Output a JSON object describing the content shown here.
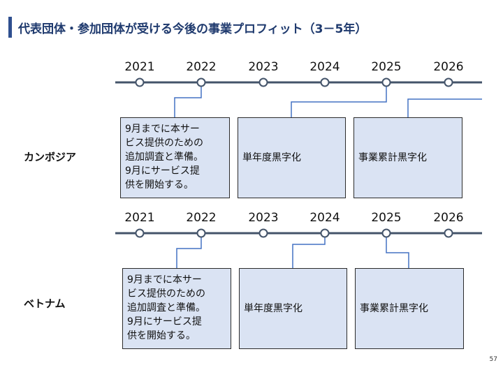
{
  "slide": {
    "title": "代表団体・参加団体が受ける今後の事業プロフィット（3－5年）",
    "page_number": "57"
  },
  "colors": {
    "title": "#1f3a6e",
    "accent_bar": "#2f4f8f",
    "timeline": "#44546a",
    "connector": "#4472c4",
    "box_fill": "#dae3f3"
  },
  "sections": [
    {
      "country": "カンボジア",
      "years": [
        "2021",
        "2022",
        "2023",
        "2024",
        "2025",
        "2026"
      ],
      "boxes": [
        {
          "text": "9月までに本サー\nビス提供のための\n追加調査と準備。\n9月にサービス提\n供を開始する。"
        },
        {
          "text": "単年度黒字化"
        },
        {
          "text": "事業累計黒字化"
        }
      ]
    },
    {
      "country": "ベトナム",
      "years": [
        "2021",
        "2022",
        "2023",
        "2024",
        "2025",
        "2026"
      ],
      "boxes": [
        {
          "text": "9月までに本サー\nビス提供のための\n追加調査と準備。\n9月にサービス提\n供を開始する。"
        },
        {
          "text": "単年度黒字化"
        },
        {
          "text": "事業累計黒字化"
        }
      ]
    }
  ]
}
